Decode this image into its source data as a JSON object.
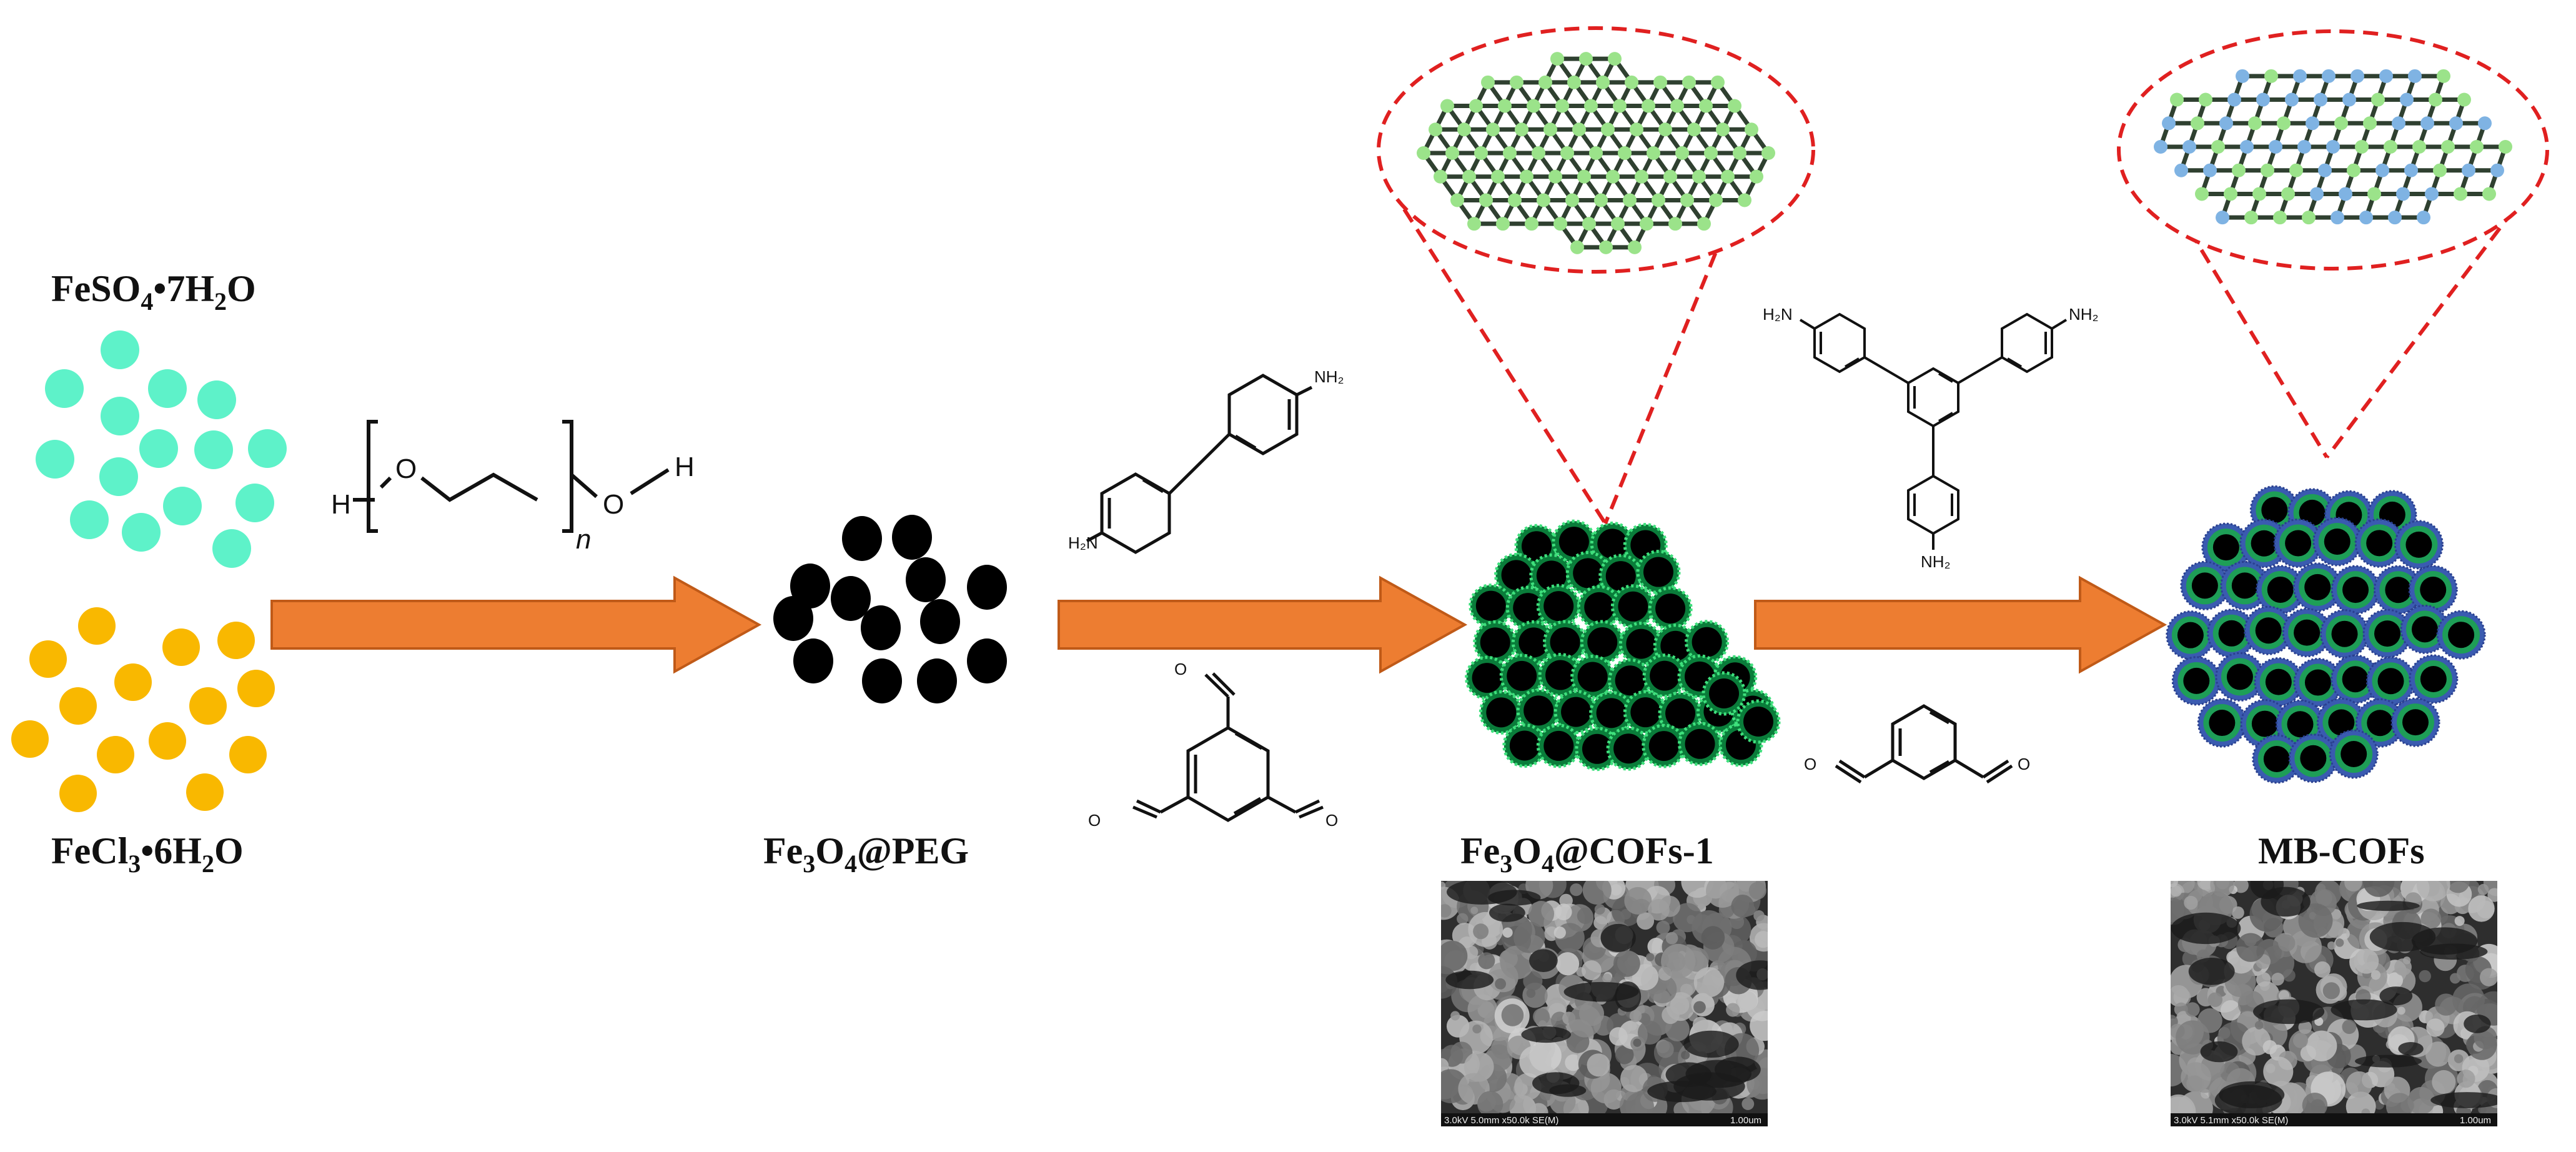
{
  "labels": {
    "feso4_pre": "FeSO",
    "feso4_sub": "4",
    "feso4_post": "•7H",
    "feso4_sub2": "2",
    "feso4_end": "O",
    "fecl3_pre": "FeCl",
    "fecl3_sub": "3",
    "fecl3_post": "•6H",
    "fecl3_sub2": "2",
    "fecl3_end": "O",
    "peg_pre": "Fe",
    "peg_sub": "3",
    "peg_mid": "O",
    "peg_sub2": "4",
    "peg_post": "@PEG",
    "cof1_pre": "Fe",
    "cof1_sub": "3",
    "cof1_mid": "O",
    "cof1_sub2": "4",
    "cof1_post": "@COFs-1",
    "mbcof": "MB-COFs"
  },
  "chem": {
    "peg_h_left": "H",
    "peg_o_left": "O",
    "peg_o_right": "O",
    "peg_h_right": "H",
    "peg_n": "n",
    "nh2": "NH₂",
    "h2n": "H₂N",
    "aldehyde_o": "O"
  },
  "sem": {
    "caption_left": "3.0kV 5.0mm x50.0k SE(M)",
    "scale_left": "1.00um",
    "caption_right": "3.0kV 5.1mm x50.0k SE(M)",
    "scale_right": "1.00um"
  },
  "colors": {
    "feso4_particles": "#5EF2C9",
    "fecl3_particles": "#F9B800",
    "arrow": "#ED7D31",
    "arrow_edge": "#C05A18",
    "core": "#000000",
    "cof1_shell": "#0A7C3A",
    "cof1_shell_edge": "#3EE07C",
    "mb_shell_outer": "#3A5BB0",
    "mb_shell_inner": "#1E9E57",
    "zoom_dash": "#E02020",
    "cof_green": "#9BE38A",
    "cof_blue": "#7FB3E3",
    "cof_dark": "#2F4030"
  }
}
